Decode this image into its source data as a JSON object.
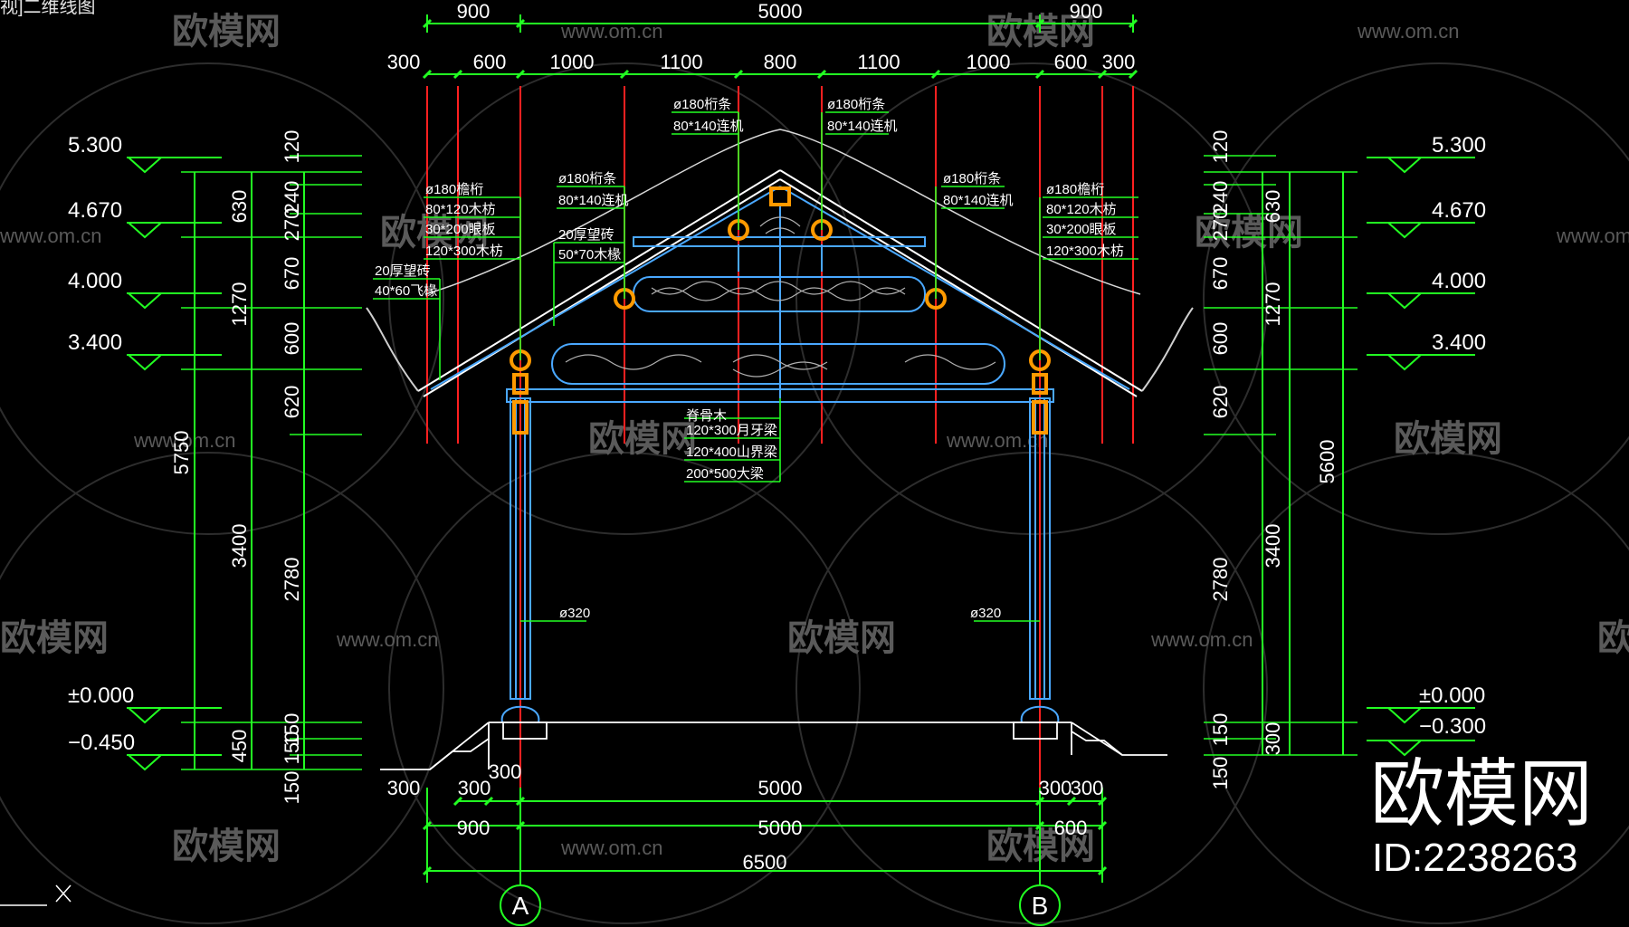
{
  "viewport_label": "视]二维线图",
  "colors": {
    "background": "#000000",
    "dimension": "#22ff22",
    "text": "#ffffff",
    "axis_red": "#ff2020",
    "member": "#4aa8ff",
    "purlin": "#ff9a00",
    "watermark": "#5a5a5a"
  },
  "dims": {
    "top_main": [
      "900",
      "5000",
      "900"
    ],
    "top_sub": [
      "300",
      "600",
      "1000",
      "1100",
      "800",
      "1100",
      "1000",
      "600",
      "300"
    ],
    "bottom_row1": [
      "300",
      "300",
      "300",
      "5000",
      "300",
      "300"
    ],
    "bottom_row2": [
      "900",
      "5000",
      "600"
    ],
    "bottom_total": "6500",
    "left_overall": "5750",
    "left_mid": [
      "630",
      "1270",
      "3400",
      "450"
    ],
    "left_inner": [
      "120",
      "240",
      "270",
      "670",
      "600",
      "620",
      "2780",
      "150",
      "150",
      "150"
    ],
    "right_overall": "5600",
    "right_mid": [
      "630",
      "1270",
      "3400",
      "300"
    ],
    "right_inner": [
      "120",
      "240",
      "270",
      "670",
      "600",
      "620",
      "2780",
      "150",
      "150"
    ]
  },
  "levels_left": [
    "5.300",
    "4.670",
    "4.000",
    "3.400",
    "±0.000",
    "−0.450"
  ],
  "levels_right": [
    "5.300",
    "4.670",
    "4.000",
    "3.400",
    "±0.000",
    "−0.300"
  ],
  "notes": {
    "top_left": [
      "ø180桁条",
      "80*140连机"
    ],
    "top_right": [
      "ø180桁条",
      "80*140连机"
    ],
    "mid_left": [
      "ø180桁条",
      "80*140连机"
    ],
    "mid_left_2": [
      "20厚望砖",
      "50*70木椽"
    ],
    "mid_right": [
      "ø180桁条",
      "80*140连机"
    ],
    "eave_left": [
      "ø180檐桁",
      "80*120木枋",
      "30*200眼板",
      "120*300木枋"
    ],
    "eave_right": [
      "ø180檐桁",
      "80*120木枋",
      "30*200眼板",
      "120*300木枋"
    ],
    "flying_rafter": [
      "20厚望砖",
      "40*60飞椽"
    ],
    "center": [
      "脊骨木",
      "120*300月牙梁",
      "120*400山界梁",
      "200*500大梁"
    ],
    "column_left": "ø320",
    "column_right": "ø320"
  },
  "axes": [
    "A",
    "B"
  ],
  "watermarks": {
    "brand": "欧模网",
    "url": "www.om.cn",
    "brand_big": "欧模网",
    "id": "ID:2238263"
  }
}
